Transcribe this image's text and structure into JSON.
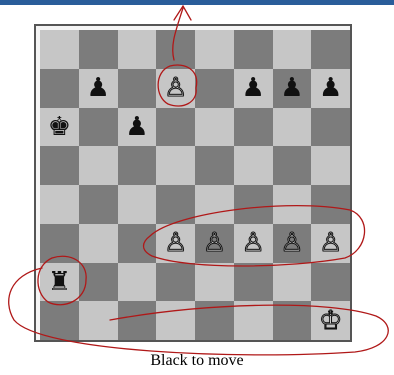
{
  "board": {
    "light_color": "#c6c6c6",
    "dark_color": "#7c7c7c",
    "ranks": [
      [
        "",
        "",
        "",
        "",
        "",
        "",
        "",
        ""
      ],
      [
        "",
        "p",
        "",
        "P",
        "",
        "p",
        "p",
        "p"
      ],
      [
        "k",
        "",
        "p",
        "",
        "",
        "",
        "",
        ""
      ],
      [
        "",
        "",
        "",
        "",
        "",
        "",
        "",
        ""
      ],
      [
        "",
        "",
        "",
        "",
        "",
        "",
        "",
        ""
      ],
      [
        "",
        "",
        "",
        "P",
        "P",
        "P",
        "P",
        "P"
      ],
      [
        "r",
        "",
        "",
        "",
        "",
        "",
        "",
        ""
      ],
      [
        "",
        "",
        "",
        "",
        "",
        "",
        "",
        "K"
      ]
    ]
  },
  "pieces": {
    "K": {
      "glyph": "♔",
      "name": "white-king-icon"
    },
    "Q": {
      "glyph": "♕",
      "name": "white-queen-icon"
    },
    "R": {
      "glyph": "♖",
      "name": "white-rook-icon"
    },
    "B": {
      "glyph": "♗",
      "name": "white-bishop-icon"
    },
    "N": {
      "glyph": "♘",
      "name": "white-knight-icon"
    },
    "P": {
      "glyph": "♙",
      "name": "white-pawn-icon"
    },
    "k": {
      "glyph": "♚",
      "name": "black-king-icon"
    },
    "q": {
      "glyph": "♛",
      "name": "black-queen-icon"
    },
    "r": {
      "glyph": "♜",
      "name": "black-rook-icon"
    },
    "b": {
      "glyph": "♝",
      "name": "black-bishop-icon"
    },
    "n": {
      "glyph": "♞",
      "name": "black-knight-icon"
    },
    "p": {
      "glyph": "♟",
      "name": "black-pawn-icon"
    }
  },
  "status": {
    "caption": "Black to move"
  },
  "annotations": {
    "ink_color": "#b01818"
  }
}
